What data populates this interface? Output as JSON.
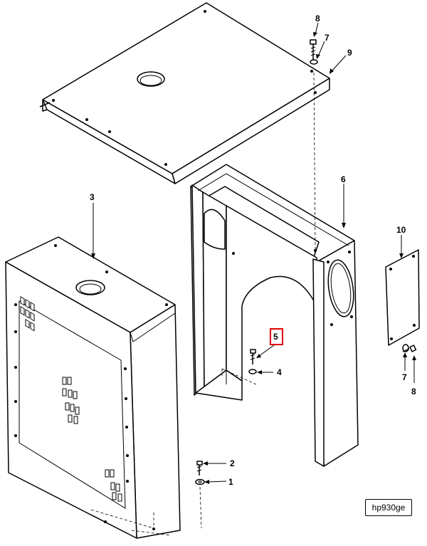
{
  "drawing_id": "hp930ge",
  "callouts": {
    "c1": "1",
    "c2": "2",
    "c3": "3",
    "c4": "4",
    "c5": "5",
    "c6": "6",
    "c7a": "7",
    "c7b": "7",
    "c8a": "8",
    "c8b": "8",
    "c9": "9",
    "c10": "10"
  },
  "highlighted_callout": "5",
  "colors": {
    "line": "#000000",
    "highlight": "#e00000",
    "background": "#ffffff"
  }
}
